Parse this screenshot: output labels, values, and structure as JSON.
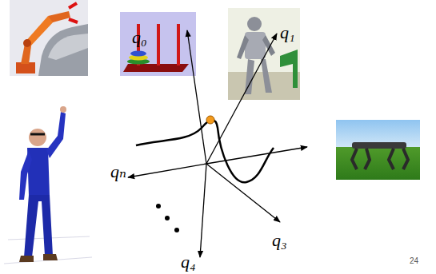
{
  "diagram": {
    "labels": [
      "q₀",
      "q₁",
      "qₙ",
      "q₃",
      "q₄",
      "24"
    ]
  }
}
